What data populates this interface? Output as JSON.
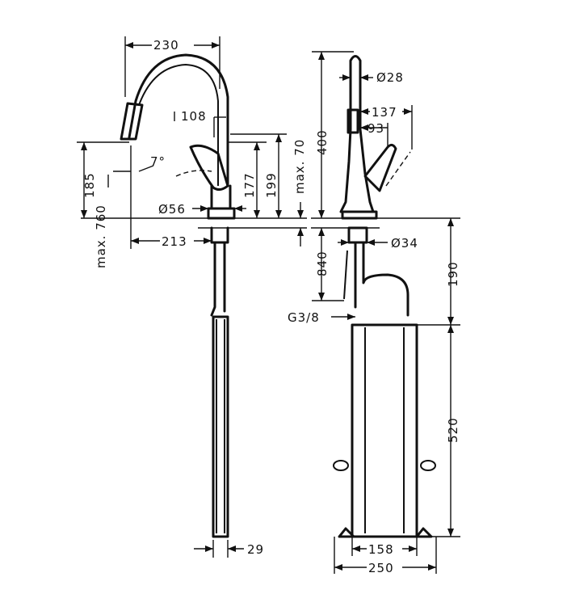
{
  "dimensions": {
    "width_230": "230",
    "spout_108": "108",
    "angle_7": "7°",
    "height_185": "185",
    "max_760": "max. 760",
    "height_177": "177",
    "height_199": "199",
    "max_70": "max. 70",
    "dia_56": "Ø56",
    "reach_213": "213",
    "bottom_29": "29",
    "dia_28": "Ø28",
    "height_400": "400",
    "reach_137": "137",
    "reach_93": "93",
    "dia_34": "Ø34",
    "depth_840": "840",
    "depth_190": "190",
    "thread_g38": "G3/8",
    "box_520": "520",
    "box_158": "158",
    "box_250": "250"
  }
}
